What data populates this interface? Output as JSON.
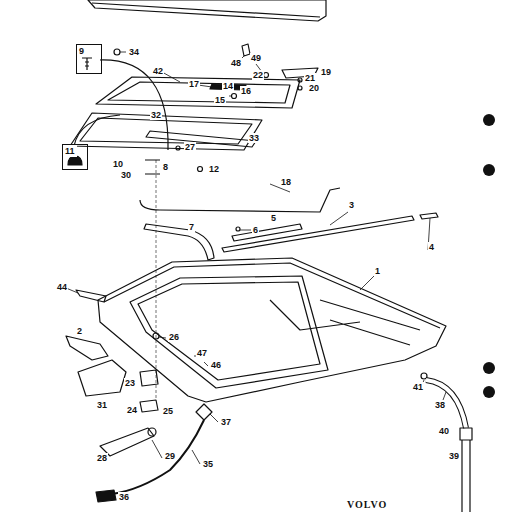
{
  "diagram": {
    "nodes": [
      {
        "text": [
          "9"
        ]
      },
      {
        "text": [
          "11"
        ]
      }
    ],
    "labels": [
      "34",
      "48",
      "49",
      "22",
      "19",
      "21",
      "20",
      "42",
      "17",
      "14",
      "16",
      "15",
      "32",
      "33",
      "27",
      "10",
      "8",
      "12",
      "30",
      "18",
      "5",
      "3",
      "6",
      "7",
      "4",
      "1",
      "44",
      "2",
      "26",
      "47",
      "46",
      "23",
      "31",
      "24",
      "25",
      "37",
      "41",
      "38",
      "28",
      "29",
      "35",
      "40",
      "39",
      "36",
      "VOLVO"
    ]
  }
}
